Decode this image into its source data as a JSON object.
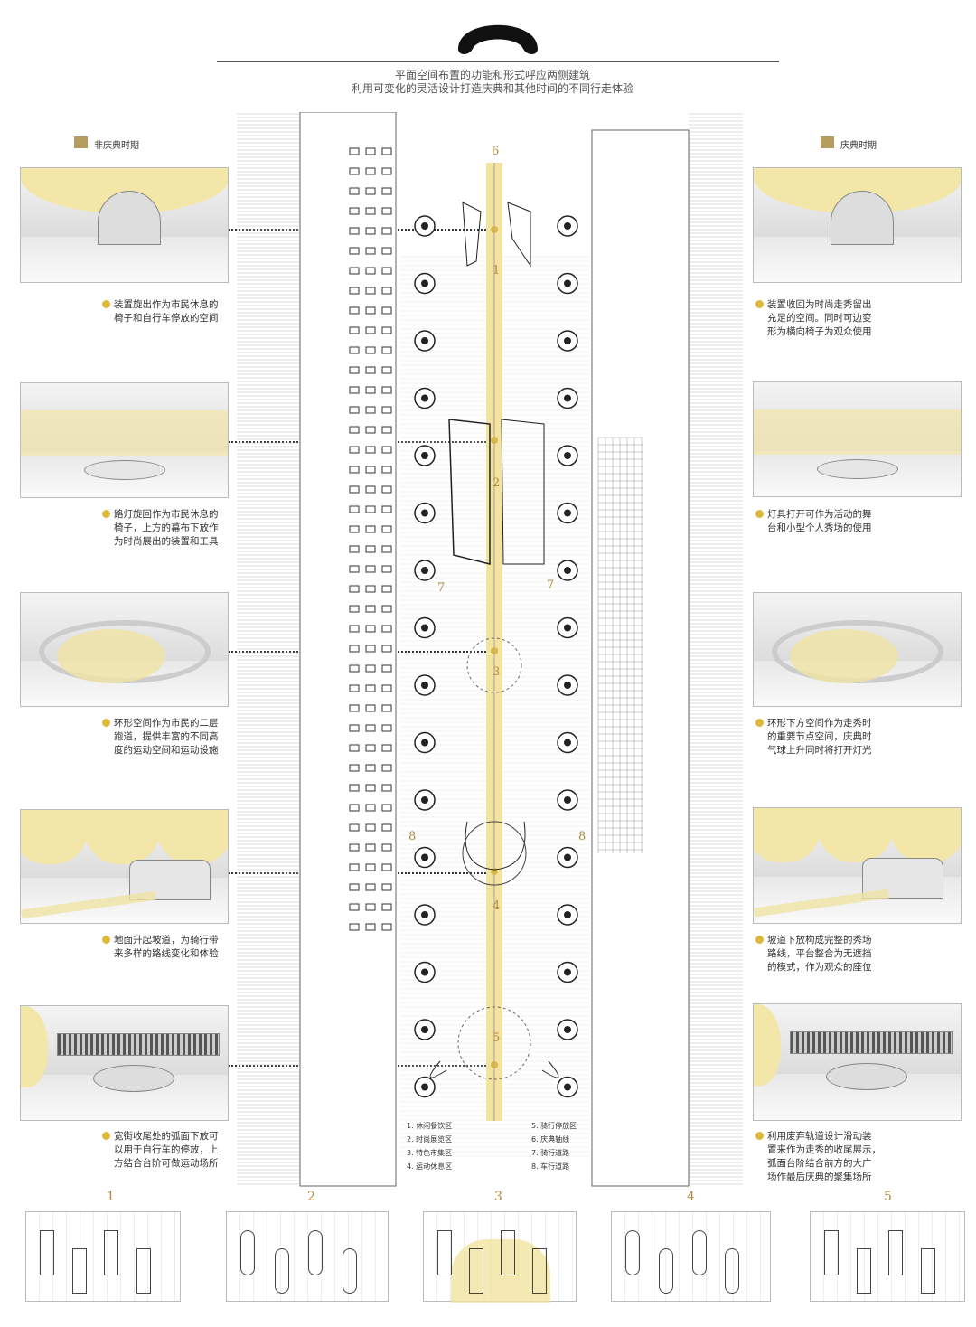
{
  "header": {
    "line1": "平面空间布置的功能和形式呼应两侧建筑",
    "line2": "利用可变化的灵活设计打造庆典和其他时间的不同行走体验"
  },
  "legend": {
    "left": "非庆典时期",
    "right": "庆典时期",
    "swatch_color": "#b79c5f"
  },
  "left_captions": [
    [
      "装置旋出作为市民休息的",
      "椅子和自行车停放的空间"
    ],
    [
      "路灯旋回作为市民休息的",
      "椅子，上方的幕布下放作",
      "为时尚展出的装置和工具"
    ],
    [
      "环形空间作为市民的二层",
      "跑道，提供丰富的不同高",
      "度的运动空间和运动设施"
    ],
    [
      "地面升起坡道，为骑行带",
      "来多样的路线变化和体验"
    ],
    [
      "宽街收尾处的弧面下放可",
      "以用于自行车的停放，上",
      "方结合台阶可做运动场所"
    ]
  ],
  "right_captions": [
    [
      "装置收回为时尚走秀留出",
      "充足的空间。同时可边变",
      "形为横向椅子为观众使用"
    ],
    [
      "灯具打开可作为活动的舞",
      "台和小型个人秀场的使用"
    ],
    [
      "环形下方空间作为走秀时",
      "的重要节点空间，庆典时",
      "气球上升同时将打开灯光"
    ],
    [
      "坡道下放构成完整的秀场",
      "路线，平台整合为无遮挡",
      "的模式，作为观众的座位"
    ],
    [
      "利用废弃轨道设计滑动装",
      "置来作为走秀的收尾展示，",
      "弧面台阶结合前方的大广",
      "场作最后庆典的聚集场所"
    ]
  ],
  "plan": {
    "labels": {
      "axis": "6",
      "z1": "1",
      "z2": "2",
      "z3": "3",
      "z4": "4",
      "z5": "5",
      "bike_l": "7",
      "bike_r": "7",
      "car_l": "8",
      "car_r": "8"
    },
    "legend": [
      "1. 休闲餐饮区",
      "2. 时尚展览区",
      "3. 特色市集区",
      "4. 运动休息区",
      "5. 骑行停放区",
      "6. 庆典轴线",
      "7. 骑行道路",
      "8. 车行道路"
    ],
    "accent": "#f3e3a0"
  },
  "details": [
    "1",
    "2",
    "3",
    "4",
    "5"
  ]
}
